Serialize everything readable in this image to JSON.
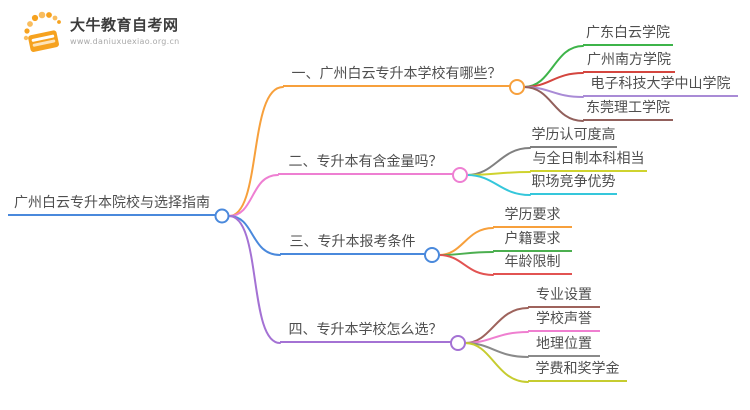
{
  "logo": {
    "title": "大牛教育自考网",
    "url": "www.daniuxuexiao.org.cn",
    "brand_color": "#f6a21f"
  },
  "mindmap": {
    "root": {
      "label": "广州白云专升本院校与选择指南",
      "color": "#4a89dc"
    },
    "branches": [
      {
        "label": "一、广州白云专升本学校有哪些？",
        "color": "#f7a03c",
        "children": [
          {
            "label": "广东白云学院",
            "color": "#3eb44a"
          },
          {
            "label": "广州南方学院",
            "color": "#d4463f"
          },
          {
            "label": "电子科技大学中山学院",
            "color": "#a98bd6"
          },
          {
            "label": "东莞理工学院",
            "color": "#92605c"
          }
        ]
      },
      {
        "label": "二、专升本有含金量吗？",
        "color": "#ee7fd2",
        "children": [
          {
            "label": "学历认可度高",
            "color": "#808080"
          },
          {
            "label": "与全日制本科相当",
            "color": "#cfd32f"
          },
          {
            "label": "职场竞争优势",
            "color": "#35c7db"
          }
        ]
      },
      {
        "label": "三、专升本报考条件",
        "color": "#4a89dc",
        "children": [
          {
            "label": "学历要求",
            "color": "#f7a03c"
          },
          {
            "label": "户籍要求",
            "color": "#4caf50"
          },
          {
            "label": "年龄限制",
            "color": "#e25352"
          }
        ]
      },
      {
        "label": "四、专升本学校怎么选？",
        "color": "#a472d4",
        "children": [
          {
            "label": "专业设置",
            "color": "#9e635c"
          },
          {
            "label": "学校声誉",
            "color": "#ef7fd0"
          },
          {
            "label": "地理位置",
            "color": "#8a8a8a"
          },
          {
            "label": "学费和奖学金",
            "color": "#c6cc30"
          }
        ]
      }
    ]
  }
}
